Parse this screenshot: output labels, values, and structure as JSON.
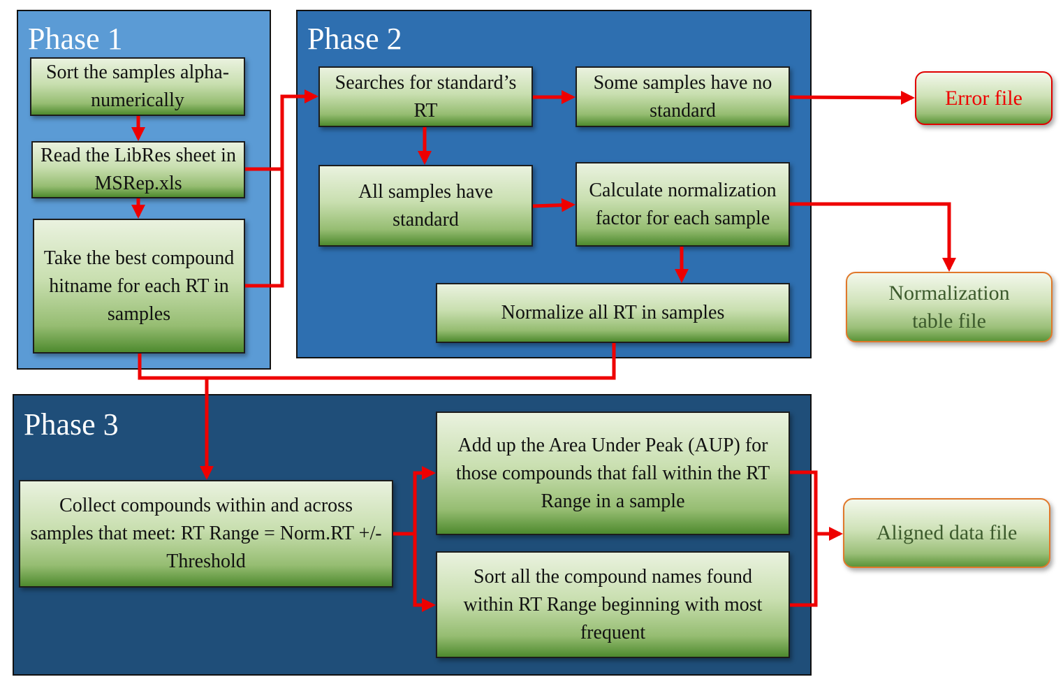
{
  "phases": {
    "phase1": "Phase 1",
    "phase2": "Phase 2",
    "phase3": "Phase 3"
  },
  "steps": {
    "sort_samples": "Sort the samples alpha-numerically",
    "read_libres": "Read the LibRes sheet in MSRep.xls",
    "take_best": "Take the best compound hitname for each RT in samples",
    "search_standard": "Searches for standard’s RT",
    "some_no_standard": "Some samples have no standard",
    "all_have_standard": "All samples have standard",
    "calc_factor": "Calculate normalization factor for each sample",
    "normalize_rt": "Normalize all RT in samples",
    "collect_compounds": "Collect compounds within and across samples that meet: RT Range = Norm.RT +/- Threshold",
    "add_aup": "Add up the Area Under Peak (AUP) for those compounds that fall within the RT Range in a sample",
    "sort_names": "Sort all the compound names found within RT Range beginning with most frequent"
  },
  "outputs": {
    "error_file": "Error file",
    "normalization_table": "Normalization table file",
    "aligned_data": "Aligned data file"
  },
  "colors": {
    "phase1_bg": "#5b9bd5",
    "phase2_bg": "#2e6fb0",
    "phase3_bg": "#1f4e79",
    "arrow": "#ee0000",
    "error_text": "#ee0000",
    "error_border": "#e00000",
    "output_border": "#e0782a",
    "output_text": "#3c5a2c"
  }
}
